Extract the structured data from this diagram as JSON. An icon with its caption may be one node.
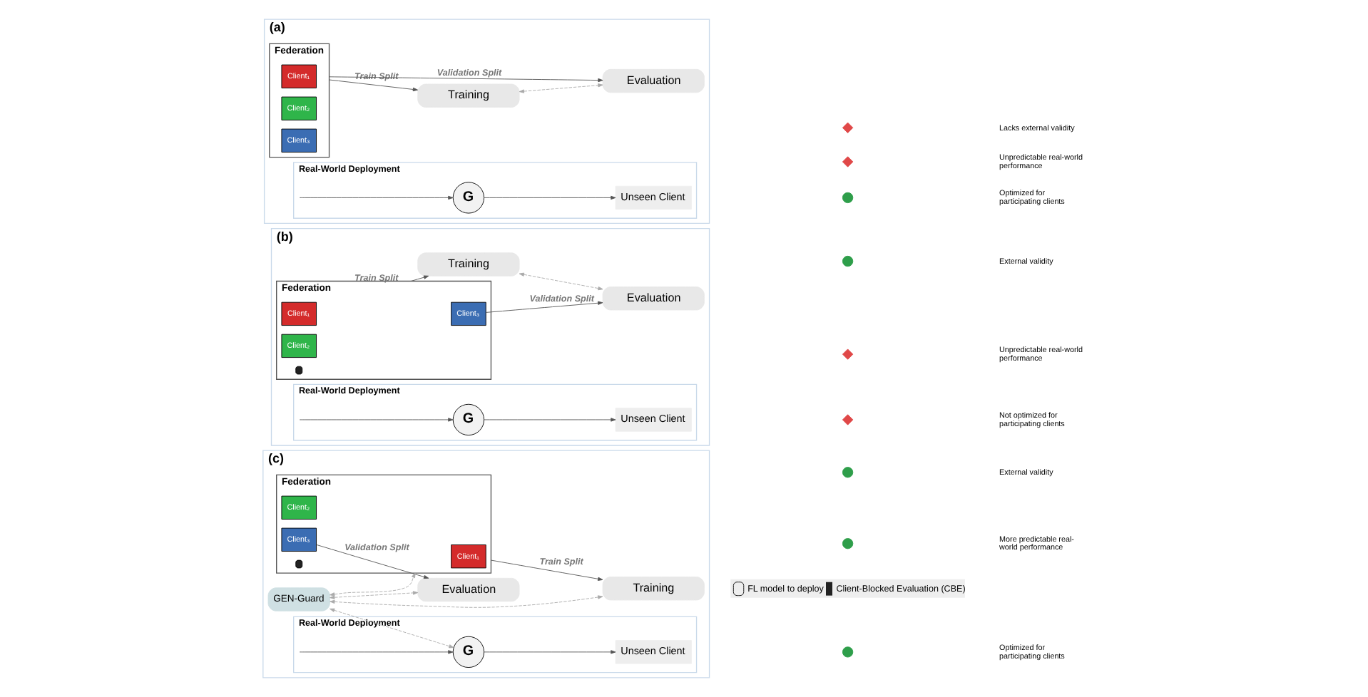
{
  "diagram": {
    "nodes": [
      {
        "text": [
          "(a)"
        ]
      },
      {
        "text": [
          "Federation"
        ],
        "in": 0
      },
      {
        "text": [
          "Client₁"
        ],
        "in": 1
      },
      {
        "text": [
          "Client₂"
        ],
        "in": 1
      },
      {
        "text": [
          "Client₃"
        ],
        "in": 1
      },
      {
        "text": [
          "Training"
        ],
        "in": 0
      },
      {
        "text": [
          "Evaluation"
        ],
        "in": 0
      },
      {
        "text": [
          "Real-World Deployment"
        ],
        "in": 0
      },
      {
        "text": [
          "G"
        ],
        "in": 7
      },
      {
        "text": [
          "Unseen Client"
        ],
        "in": 7
      },
      {
        "text": [],
        "shape": "circle"
      },
      {
        "text": [
          "Optimized for participating clients"
        ]
      },
      {
        "text": [],
        "shape": "cross"
      },
      {
        "text": [
          "Lacks external validity"
        ]
      },
      {
        "text": [],
        "shape": "cross"
      },
      {
        "text": [
          "Unpredictable real-world performance"
        ]
      },
      {
        "text": [
          "(b)"
        ]
      },
      {
        "text": [
          "Federation"
        ],
        "in": 16
      },
      {
        "text": [
          "Client₁"
        ],
        "in": 17
      },
      {
        "text": [
          "Client₂"
        ],
        "in": 17
      },
      {
        "text": [
          "Client₃"
        ],
        "in": 17
      },
      {
        "text": [],
        "shape": "lock",
        "in": 17
      },
      {
        "text": [
          "Training"
        ],
        "in": 16
      },
      {
        "text": [
          "Evaluation"
        ],
        "in": 16
      },
      {
        "text": [
          "Real-World Deployment"
        ],
        "in": 16
      },
      {
        "text": [
          "G"
        ],
        "in": 24
      },
      {
        "text": [
          "Unseen Client"
        ],
        "in": 24
      },
      {
        "text": [],
        "shape": "cross"
      },
      {
        "text": [
          "Not optimized for participating clients"
        ]
      },
      {
        "text": [],
        "shape": "circle"
      },
      {
        "text": [
          "External validity"
        ]
      },
      {
        "text": [],
        "shape": "cross"
      },
      {
        "text": [
          "Unpredictable real-world performance"
        ]
      },
      {
        "text": [
          "(c)"
        ]
      },
      {
        "text": [
          "Federation"
        ],
        "in": 33
      },
      {
        "text": [
          "Client₁"
        ],
        "in": 34
      },
      {
        "text": [
          "Client₂"
        ],
        "in": 34
      },
      {
        "text": [
          "Client₃"
        ],
        "in": 34
      },
      {
        "text": [],
        "shape": "lock",
        "in": 34
      },
      {
        "text": [
          "Training"
        ],
        "in": 33
      },
      {
        "text": [
          "Evaluation"
        ],
        "in": 33
      },
      {
        "text": [
          "GEN-Guard"
        ],
        "in": 33
      },
      {
        "text": [
          "Real-World Deployment"
        ],
        "in": 33
      },
      {
        "text": [
          "G"
        ],
        "in": 42
      },
      {
        "text": [
          "Unseen Client"
        ],
        "in": 42
      },
      {
        "text": [],
        "shape": "circle"
      },
      {
        "text": [
          "Optimized for participating clients"
        ]
      },
      {
        "text": [],
        "shape": "circle"
      },
      {
        "text": [
          "External validity"
        ]
      },
      {
        "text": [],
        "shape": "circle"
      },
      {
        "text": [
          "More predictable real-world performance"
        ]
      }
    ],
    "edges": [
      {
        "from": 1,
        "to": 5,
        "arrow": "to",
        "label": "Train Split"
      },
      {
        "from": 1,
        "to": 6,
        "arrow": "to",
        "label": "Validation Split"
      },
      {
        "from": 5,
        "to": 6,
        "arrow": "both",
        "style": "dashed",
        "color": "#aaaaaa"
      },
      {
        "from": 7,
        "to": 8,
        "arrow": "to"
      },
      {
        "from": 8,
        "to": 9,
        "arrow": "to"
      },
      {
        "from": 17,
        "to": 22,
        "arrow": "to",
        "label": "Train Split"
      },
      {
        "from": 20,
        "to": 23,
        "arrow": "to",
        "label": "Validation Split"
      },
      {
        "from": 22,
        "to": 23,
        "arrow": "both",
        "style": "dashed",
        "color": "#aaaaaa"
      },
      {
        "from": 24,
        "to": 25,
        "arrow": "to"
      },
      {
        "from": 25,
        "to": 26,
        "arrow": "to"
      },
      {
        "from": 34,
        "to": 39,
        "arrow": "to",
        "label": "Train Split"
      },
      {
        "from": 37,
        "to": 40,
        "arrow": "to",
        "label": "Validation Split"
      },
      {
        "from": 41,
        "to": 39,
        "arrow": "both",
        "style": "dashed",
        "color": "#aaaaaa"
      },
      {
        "from": 41,
        "to": 40,
        "arrow": "both",
        "style": "dashed",
        "color": "#aaaaaa"
      },
      {
        "from": 41,
        "to": 34,
        "arrow": "both",
        "style": "dashed",
        "color": "#aaaaaa"
      },
      {
        "from": 41,
        "to": 43,
        "arrow": "both",
        "style": "dashed",
        "color": "#aaaaaa"
      },
      {
        "from": 42,
        "to": 43,
        "arrow": "to"
      },
      {
        "from": 43,
        "to": 44,
        "arrow": "to"
      }
    ],
    "legend": [
      {
        "text": "FL model to deploy"
      },
      {
        "text": "Client-Blocked Evaluation (CBE)"
      }
    ]
  }
}
